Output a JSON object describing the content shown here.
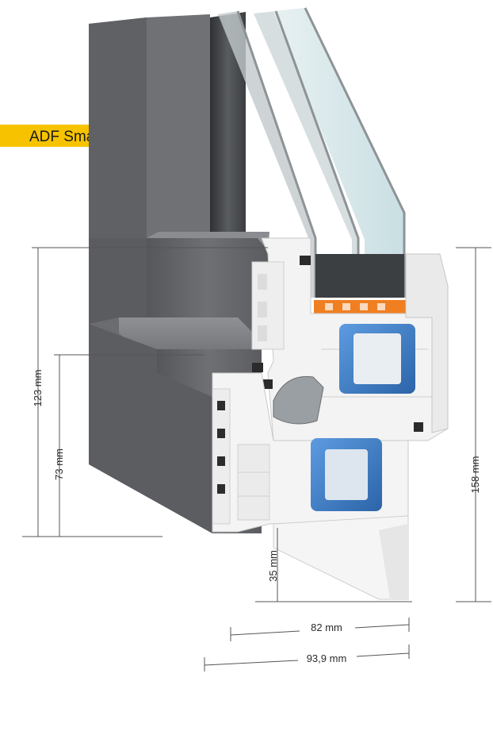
{
  "product_label": "ADF Smart Alu Reno",
  "colors": {
    "label_bg": "#f7c300",
    "alu_dark": "#5d5f63",
    "alu_mid": "#77797d",
    "alu_light": "#8d8f93",
    "pvc": "#f1f1f1",
    "steel_blue": "#3a7cc4",
    "glass": "#dfecef",
    "spacer": "#f07f22"
  },
  "dimensions": {
    "d123": "123 mm",
    "d73": "73 mm",
    "d35": "35 mm",
    "d158": "158 mm",
    "d82": "82 mm",
    "d939": "93,9 mm"
  }
}
